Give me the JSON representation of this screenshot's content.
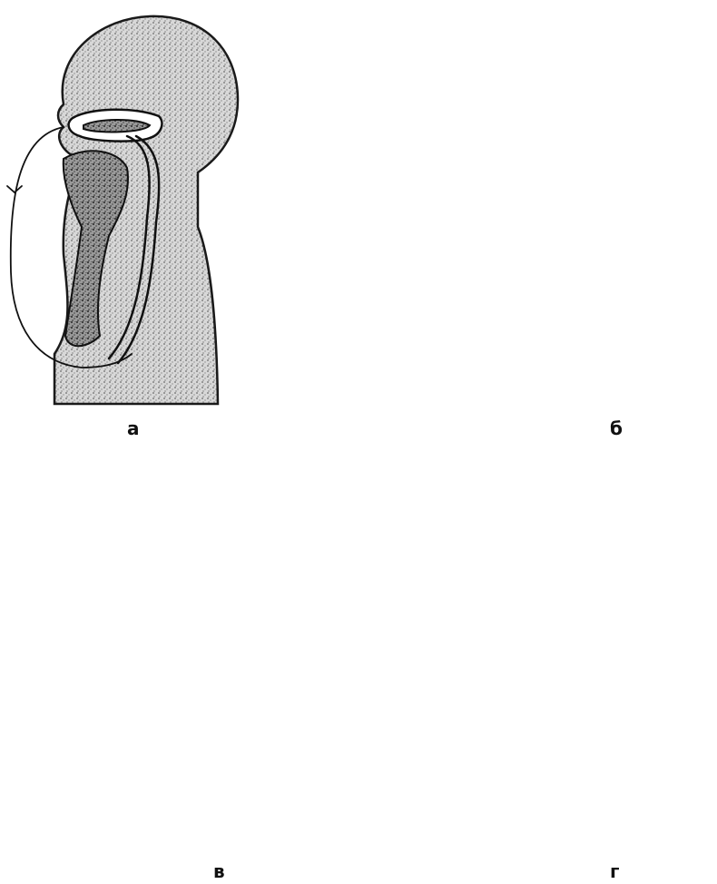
{
  "panels": [
    {
      "id": "a",
      "label": "а"
    },
    {
      "id": "b",
      "label": "б"
    },
    {
      "id": "v",
      "label": "в"
    },
    {
      "id": "g",
      "label": "г"
    }
  ],
  "inset": {
    "style": "hatched cross-section"
  }
}
